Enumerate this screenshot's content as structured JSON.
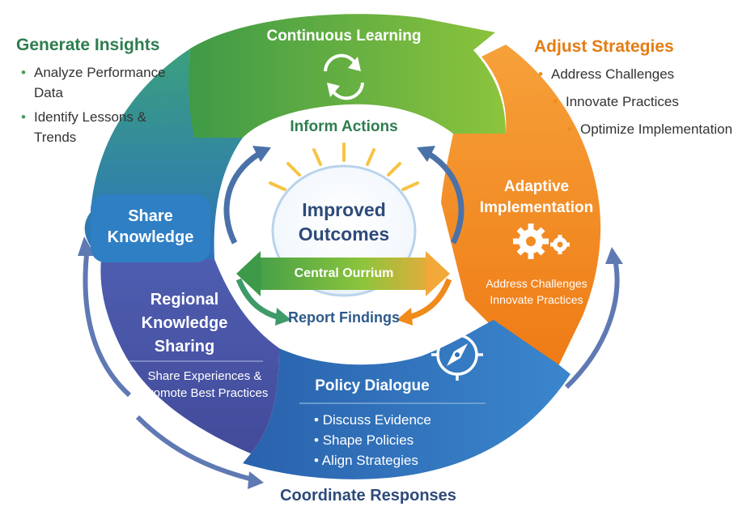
{
  "left_panel": {
    "title": "Generate Insights",
    "bullets": [
      "Analyze Performance Data",
      "Identify Lessons & Trends"
    ]
  },
  "right_panel": {
    "title": "Adjust Strategies",
    "bullets": [
      "Address Challenges",
      "Innovate Practices",
      "Optimize Implementation"
    ]
  },
  "segments": {
    "continuous_learning": "Continuous Learning",
    "adaptive_implementation": "Adaptive Implementation",
    "adaptive_sub": "Address Challenges Innovate Practices",
    "policy_dialogue": "Policy Dialogue",
    "policy_bullets": [
      "Discuss Evidence",
      "Shape Policies",
      "Align Strategies"
    ],
    "regional_sharing": "Regional Knowledge Sharing",
    "regional_sub": "Share Experiences & Promote Best Practices",
    "share_knowledge": "Share Knowledge"
  },
  "center": {
    "inform_actions": "Inform Actions",
    "improved_outcomes": "Improved Outcomes",
    "central_band": "Central Ourrium",
    "report_findings": "Report Findings"
  },
  "bottom_label": "Coordinate Responses",
  "icons": [
    "refresh-cycle-icon",
    "gears-icon",
    "compass-icon"
  ],
  "colors": {
    "green": "#4fa63d",
    "orange": "#f28a1e",
    "blue": "#2f72b8",
    "purple": "#4b55a5",
    "teal_blue": "#2f86c6",
    "text_green": "#2e7d4f",
    "text_orange": "#e57c12",
    "text_navy": "#2e4a7a"
  }
}
